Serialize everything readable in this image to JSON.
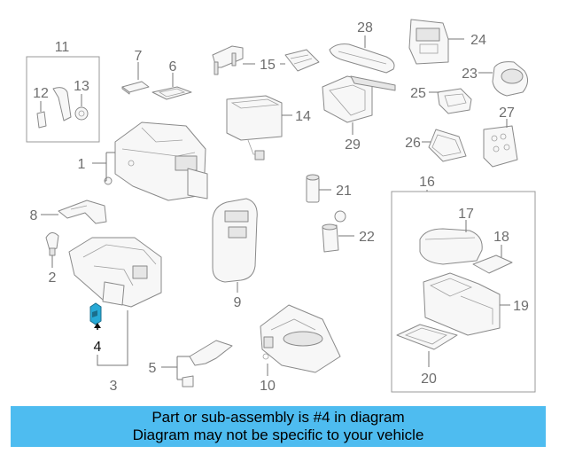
{
  "callouts": {
    "c1": "1",
    "c2": "2",
    "c3": "3",
    "c4": "4",
    "c5": "5",
    "c6": "6",
    "c7": "7",
    "c8": "8",
    "c9": "9",
    "c10": "10",
    "c11": "11",
    "c12": "12",
    "c13": "13",
    "c14": "14",
    "c15": "15",
    "c16": "16",
    "c17": "17",
    "c18": "18",
    "c19": "19",
    "c20": "20",
    "c21": "21",
    "c22": "22",
    "c23": "23",
    "c24": "24",
    "c25": "25",
    "c26": "26",
    "c27": "27",
    "c28": "28",
    "c29": "29"
  },
  "highlighted_part": "4",
  "colors": {
    "highlight": "#27a9d6",
    "banner": "#4ebcf0"
  },
  "banner": {
    "line1": "Part or sub-assembly is #4 in diagram",
    "line2": "Diagram may not be specific to your vehicle"
  }
}
